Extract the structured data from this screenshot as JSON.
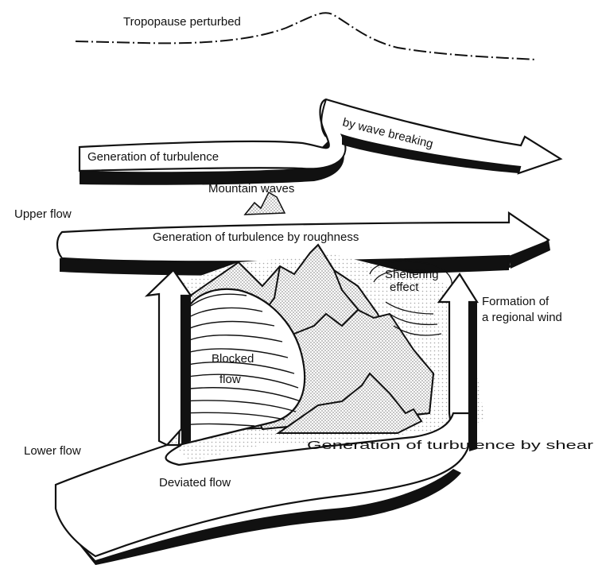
{
  "labels": {
    "tropopause": "Tropopause perturbed",
    "upper_gen": "Generation of turbulence",
    "wave_breaking": "by wave breaking",
    "mountain_waves": "Mountain waves",
    "upper_flow": "Upper flow",
    "roughness": "Generation of turbulence by roughness",
    "sheltering_1": "Sheltering",
    "sheltering_2": "effect",
    "regional_1": "Formation of",
    "regional_2": "a regional wind",
    "blocked_1": "Blocked",
    "blocked_2": "flow",
    "lower_flow": "Lower flow",
    "shear": "Generation of turbulence by shear",
    "deviated": "Deviated flow"
  },
  "colors": {
    "ink": "#111111",
    "mountain_fill": "#c4c4c4",
    "stipple": "#d6d6d6",
    "background": "#ffffff"
  }
}
